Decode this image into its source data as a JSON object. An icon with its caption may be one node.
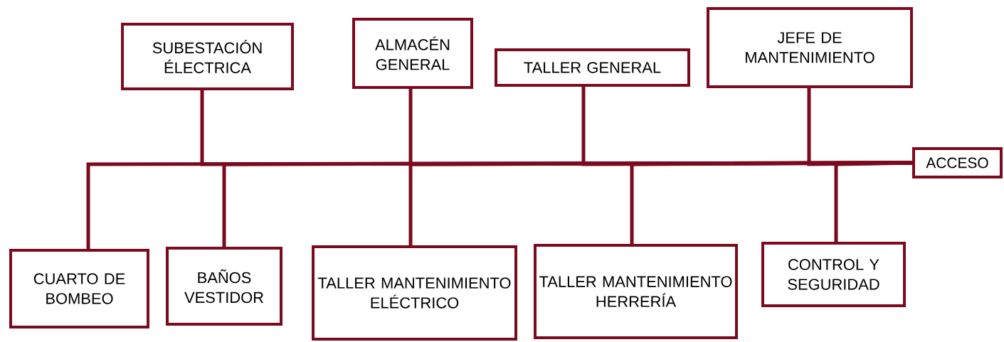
{
  "diagram": {
    "nodes": [
      {
        "text": [
          "SUBESTACIÓN ÉLECTRICA"
        ]
      },
      {
        "text": [
          "ALMACÉN GENERAL"
        ]
      },
      {
        "text": [
          "TALLER GENERAL"
        ]
      },
      {
        "text": [
          "JEFE DE MANTENIMIENTO"
        ]
      },
      {
        "text": [
          "ACCESO"
        ]
      },
      {
        "text": [
          "CUARTO DE BOMBEO"
        ]
      },
      {
        "text": [
          "BAÑOS VESTIDOR"
        ]
      },
      {
        "text": [
          "TALLER MANTENIMIENTO ELÉCTRICO"
        ]
      },
      {
        "text": [
          "TALLER MANTENIMIENTO HERRERÍA"
        ]
      },
      {
        "text": [
          "CONTROL Y SEGURIDAD"
        ]
      }
    ],
    "edges": [
      {
        "from": 5,
        "to": 4,
        "arrow": "none"
      },
      {
        "from": 0,
        "to": 4,
        "arrow": "none"
      },
      {
        "from": 6,
        "to": 4,
        "arrow": "none"
      },
      {
        "from": 1,
        "to": 4,
        "arrow": "none"
      },
      {
        "from": 7,
        "to": 4,
        "arrow": "none"
      },
      {
        "from": 2,
        "to": 4,
        "arrow": "none"
      },
      {
        "from": 8,
        "to": 4,
        "arrow": "none"
      },
      {
        "from": 3,
        "to": 4,
        "arrow": "none"
      },
      {
        "from": 9,
        "to": 4,
        "arrow": "none"
      }
    ]
  }
}
